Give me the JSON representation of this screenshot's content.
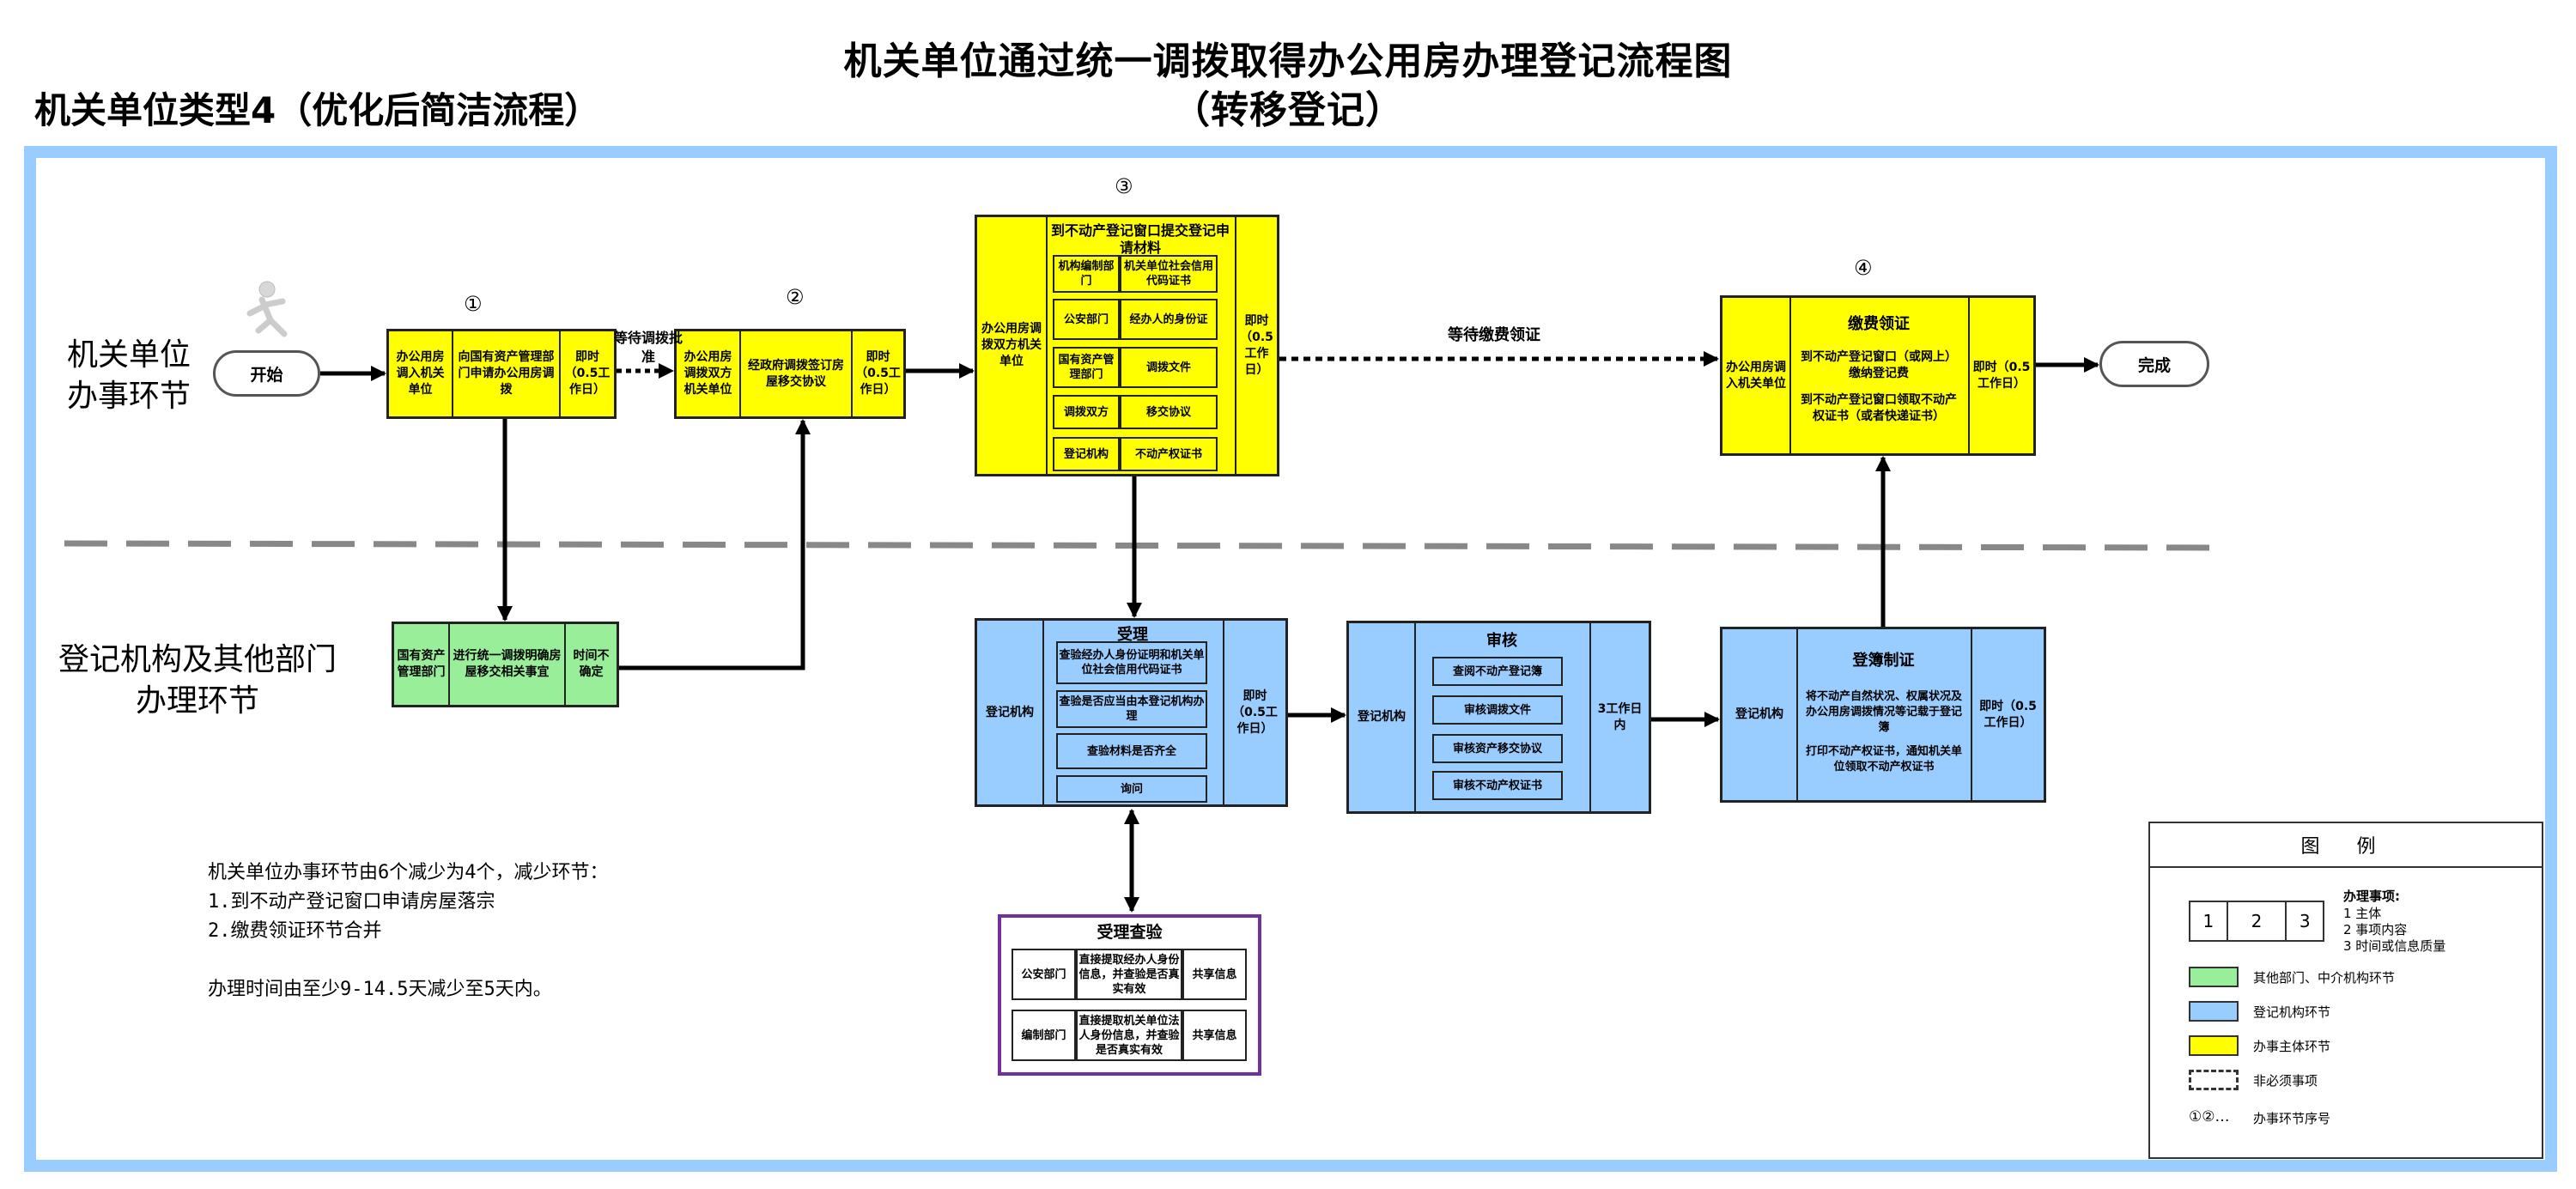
{
  "title_line1": "机关单位通过统一调拨取得办公用房办理登记流程图",
  "title_line2": "（转移登记）",
  "subtitle": "机关单位类型4（优化后简洁流程）",
  "lanes": {
    "top_line1": "机关单位",
    "top_line2": "办事环节",
    "bottom_line1": "登记机构及其他部门",
    "bottom_line2": "办理环节"
  },
  "start_label": "开始",
  "end_label": "完成",
  "steps": {
    "s1": {
      "num": "①",
      "subject": "办公用房调入机关单位",
      "content": "向国有资产管理部门申请办公用房调拨",
      "time": "即时（0.5工作日）"
    },
    "s2": {
      "num": "②",
      "subject": "办公用房调拨双方机关单位",
      "content": "经政府调拨签订房屋移交协议",
      "time": "即时（0.5工作日）"
    },
    "s3": {
      "num": "③",
      "subject": "办公用房调拨双方机关单位",
      "head": "到不动产登记窗口提交登记申请材料",
      "rows": [
        {
          "a": "机构编制部门",
          "b": "机关单位社会信用代码证书"
        },
        {
          "a": "公安部门",
          "b": "经办人的身份证"
        },
        {
          "a": "国有资产管理部门",
          "b": "调拨文件"
        },
        {
          "a": "调拨双方",
          "b": "移交协议"
        },
        {
          "a": "登记机构",
          "b": "不动产权证书"
        }
      ],
      "time": "即时（0.5工作日）"
    },
    "s4": {
      "num": "④",
      "subject": "办公用房调入机关单位",
      "head": "缴费领证",
      "line1": "到不动产登记窗口（或网上）缴纳登记费",
      "line2": "到不动产登记窗口领取不动产权证书（或者快递证书）",
      "time": "即时（0.5工作日）"
    }
  },
  "green_step": {
    "subject": "国有资产管理部门",
    "content": "进行统一调拨明确房屋移交相关事宜",
    "time": "时间不确定"
  },
  "wait_approval": "等待调拨批准",
  "wait_fee": "等待缴费领证",
  "accept": {
    "subject": "登记机构",
    "head": "受理",
    "items": [
      "查验经办人身份证明和机关单位社会信用代码证书",
      "查验是否应当由本登记机构办理",
      "查验材料是否齐全",
      "询问"
    ],
    "time": "即时（0.5工作日）"
  },
  "review": {
    "subject": "登记机构",
    "head": "审核",
    "items": [
      "查阅不动产登记簿",
      "审核调拨文件",
      "审核资产移交协议",
      "审核不动产权证书"
    ],
    "time": "3工作日内"
  },
  "register": {
    "subject": "登记机构",
    "head": "登簿制证",
    "line1": "将不动产自然状况、权属状况及办公用房调拨情况等记载于登记簿",
    "line2": "打印不动产权证书，通知机关单位领取不动产权证书",
    "time": "即时（0.5工作日）"
  },
  "check": {
    "head": "受理查验",
    "rows": [
      {
        "a": "公安部门",
        "b": "直接提取经办人身份信息，并查验是否真实有效",
        "c": "共享信息"
      },
      {
        "a": "编制部门",
        "b": "直接提取机关单位法人身份信息，并查验是否真实有效",
        "c": "共享信息"
      }
    ]
  },
  "notes": [
    "机关单位办事环节由6个减少为4个，减少环节：",
    "1.到不动产登记窗口申请房屋落宗",
    "2.缴费领证环节合并",
    "",
    "办理时间由至少9-14.5天减少至5天内。"
  ],
  "legend": {
    "title": "图  例",
    "cell1": "1",
    "cell2": "2",
    "cell3": "3",
    "items_title": "办理事项:",
    "item1": "1 主体",
    "item2": "2 事项内容",
    "item3": "3 时间或信息质量",
    "green": "其他部门、中介机构环节",
    "blue": "登记机构环节",
    "yellow": "办事主体环节",
    "dashed": "非必须事项",
    "seq_symbol": "①②…",
    "seq": "办事环节序号"
  },
  "colors": {
    "yellow": "#ffff00",
    "blue": "#99ccff",
    "green": "#99ee99",
    "frame": "#99ccff",
    "purple": "#7030a0"
  }
}
